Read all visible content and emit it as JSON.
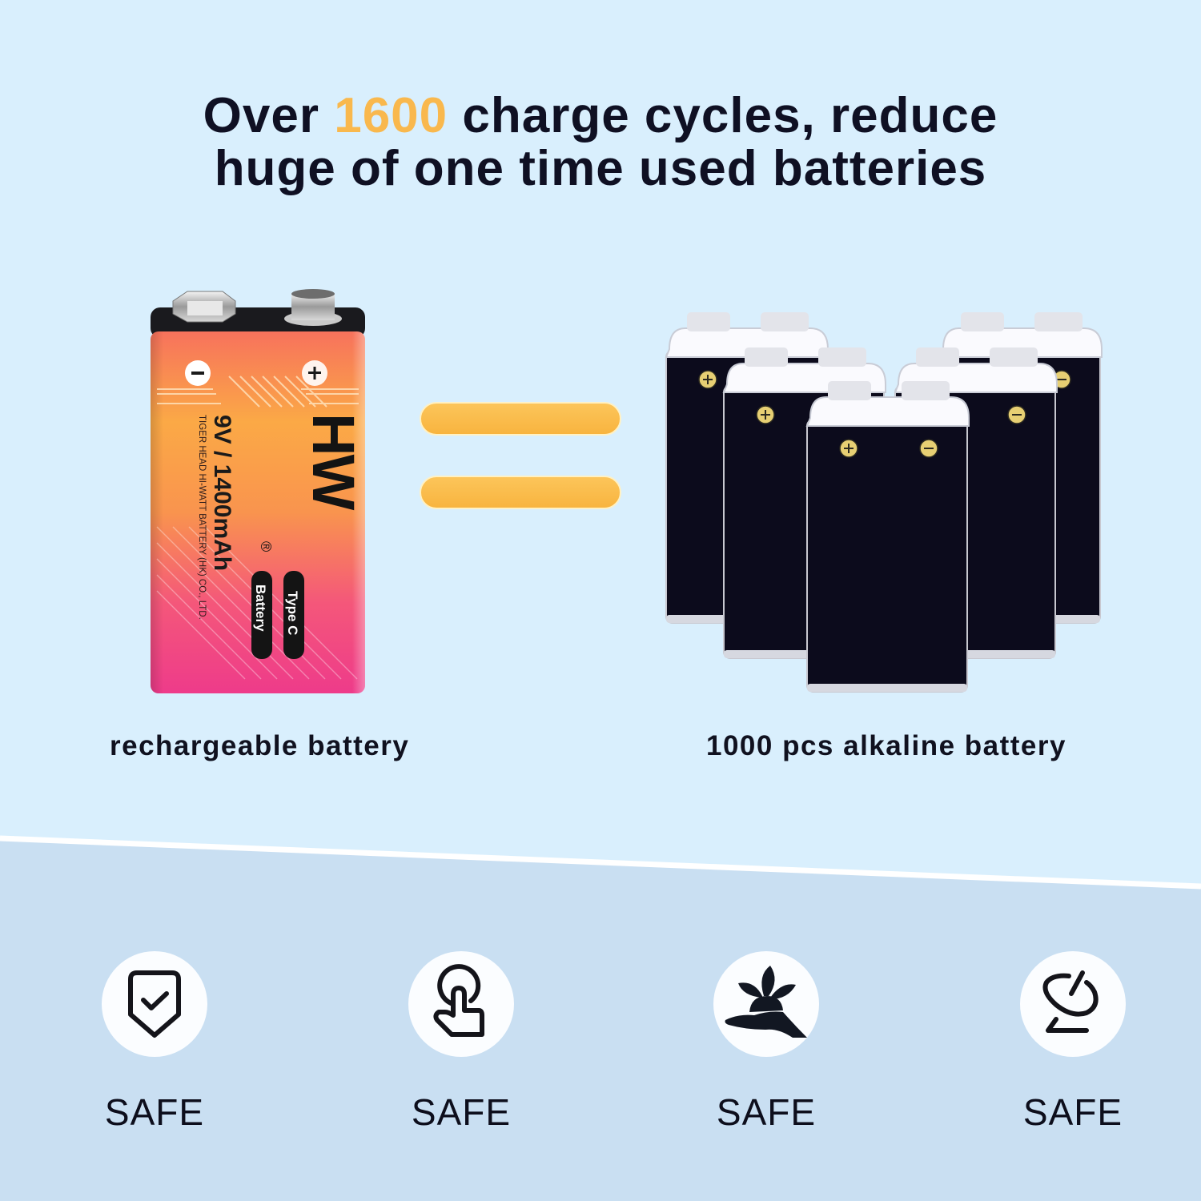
{
  "colors": {
    "background_top": "#d9effd",
    "background_bottom": "#c9dff2",
    "headline_text": "#0f1023",
    "accent": "#f9b84d",
    "equals_bar": "#f8b43f"
  },
  "headline": {
    "line1_prefix": "Over ",
    "line1_accent": "1600",
    "line1_suffix": " charge cycles, reduce",
    "line2": "huge of one time used batteries"
  },
  "rechargeable": {
    "brand": "HW",
    "registered_mark": "®",
    "spec": "9V / 1400mAh",
    "manufacturer": "TIGER HEAD HI-WATT BATTERY (HK) CO., LTD.",
    "badge_type": "Type C",
    "badge_battery": "Battery",
    "terminal_negative": "−",
    "terminal_positive": "+",
    "caption": "rechargeable battery"
  },
  "comparison": {
    "symbol": "equals-sign",
    "alkaline_caption": "1000 pcs alkaline battery",
    "alkaline_count_shown": 5
  },
  "features": [
    {
      "icon": "shield-check-icon",
      "label": "SAFE"
    },
    {
      "icon": "touch-pointer-icon",
      "label": "SAFE"
    },
    {
      "icon": "plant-in-hand-icon",
      "label": "SAFE"
    },
    {
      "icon": "satellite-dish-icon",
      "label": "SAFE"
    }
  ]
}
